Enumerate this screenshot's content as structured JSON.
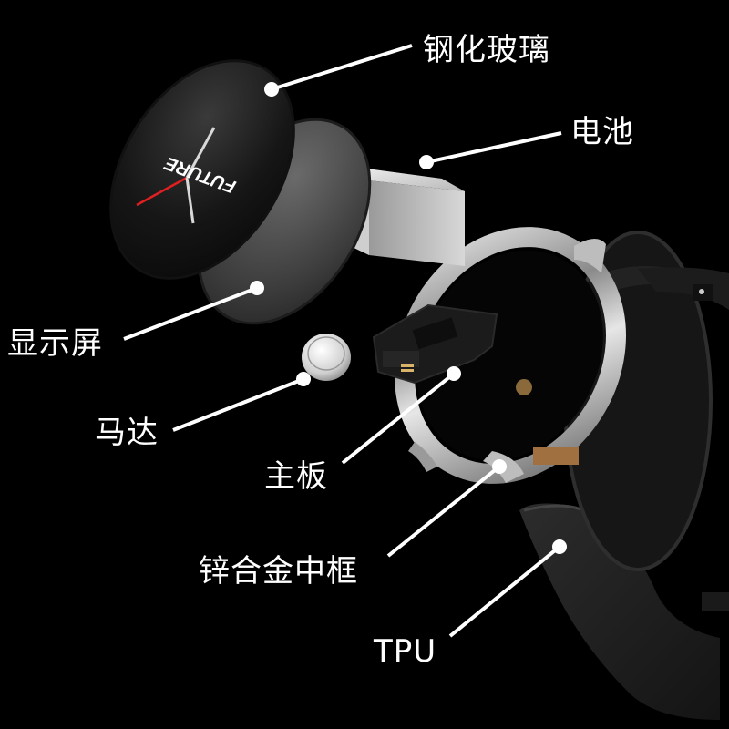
{
  "labels": {
    "glass": "钢化玻璃",
    "battery": "电池",
    "display": "显示屏",
    "motor": "马达",
    "board": "主板",
    "frame": "锌合金中框",
    "tpu": "TPU"
  },
  "watch_face_text": "FUTURE",
  "colors": {
    "background": "#000000",
    "callout": "#ffffff",
    "hand_accent": "#e02020"
  }
}
